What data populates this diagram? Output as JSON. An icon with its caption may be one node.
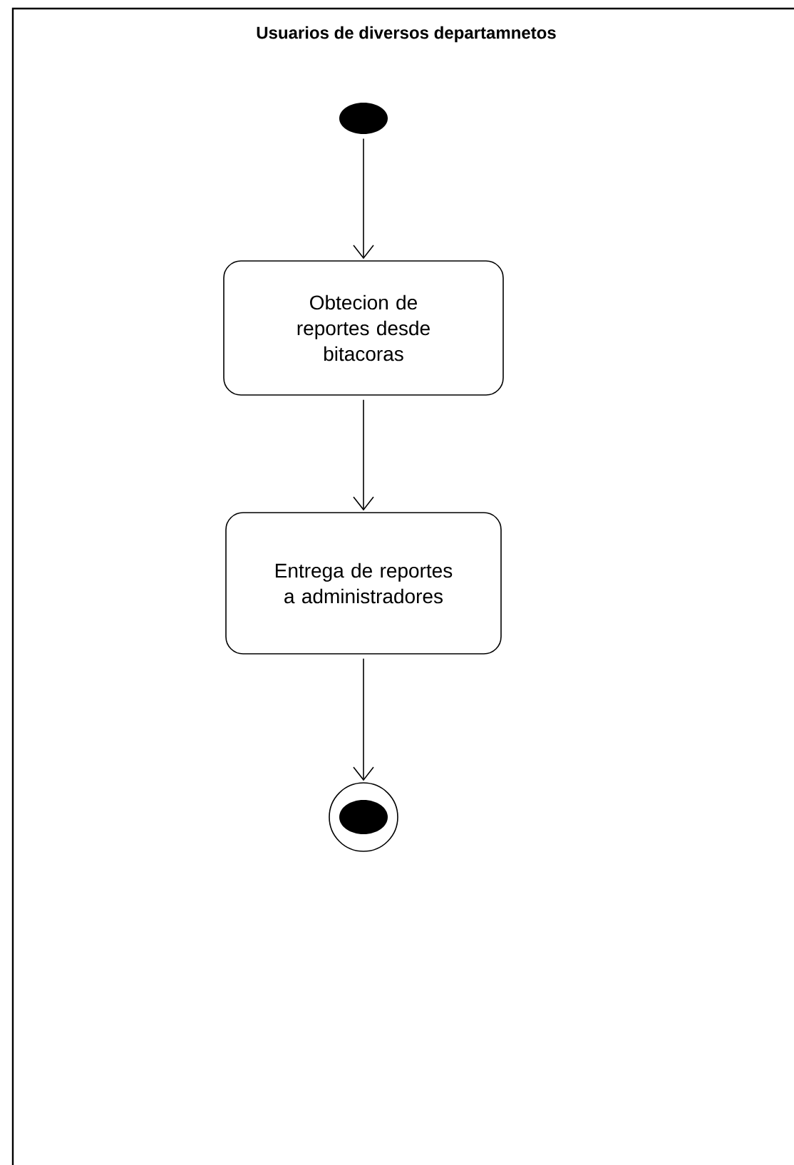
{
  "diagram": {
    "nodes": [
      {
        "text": [
          "Usuarios de diversos departamnetos"
        ]
      },
      {
        "text": [],
        "shape": "circle",
        "in": 0
      },
      {
        "text": [
          "Obtecion de reportes desde bitacoras"
        ],
        "in": 0
      },
      {
        "text": [
          "Entrega de reportes a administradores"
        ],
        "in": 0
      },
      {
        "text": [],
        "shape": "circle",
        "in": 0
      }
    ],
    "edges": [
      {
        "from": 1,
        "to": 2,
        "arrow": "to"
      },
      {
        "from": 2,
        "to": 3,
        "arrow": "to"
      },
      {
        "from": 3,
        "to": 4,
        "arrow": "to"
      }
    ]
  }
}
